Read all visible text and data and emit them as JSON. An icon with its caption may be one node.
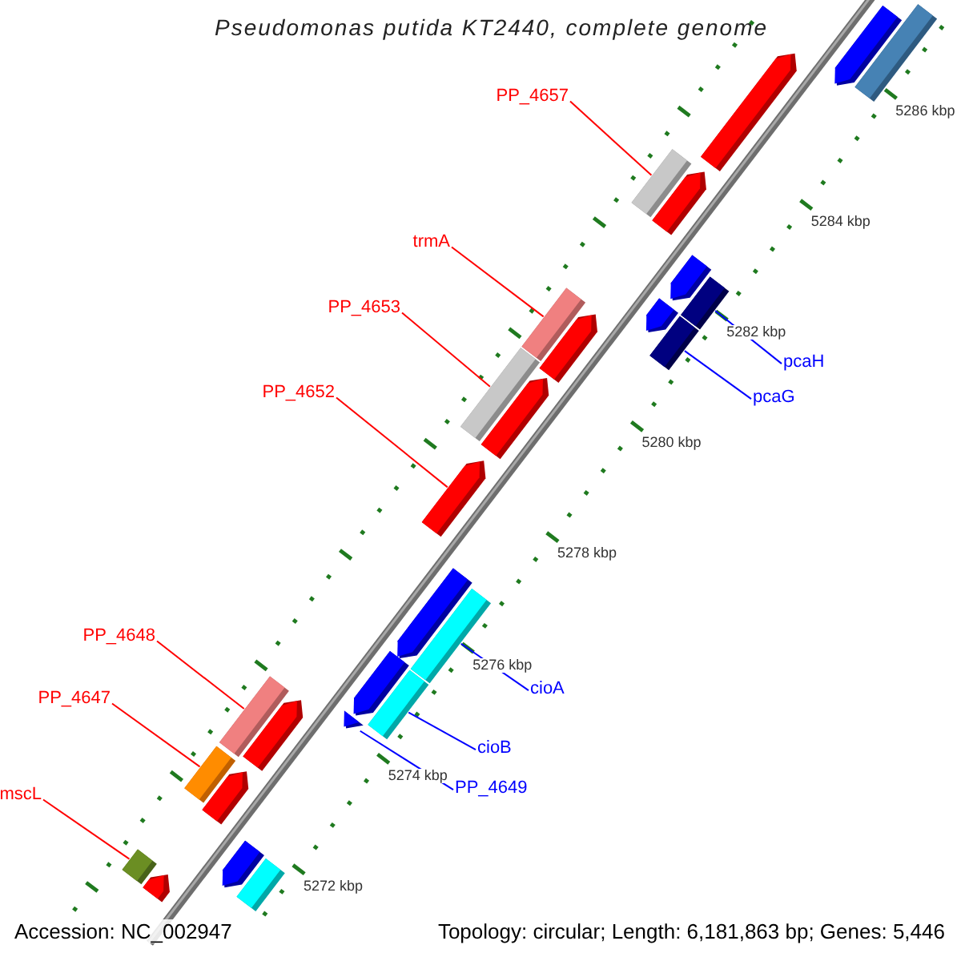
{
  "diagram": {
    "title": "Pseudomonas putida KT2440, complete genome",
    "nodes": [
      {
        "text": [
          "PP_4657"
        ]
      },
      {
        "text": [
          "trmA"
        ]
      },
      {
        "text": [
          "PP_4653"
        ]
      },
      {
        "text": [
          "pcaH"
        ]
      },
      {
        "text": [
          "PP_4652"
        ]
      },
      {
        "text": [
          "pcaG"
        ]
      },
      {
        "text": [
          "PP_4648"
        ]
      },
      {
        "text": [
          "cioA"
        ]
      },
      {
        "text": [
          "PP_4647"
        ]
      },
      {
        "text": [
          "cioB"
        ]
      },
      {
        "text": [
          "PP_4649"
        ]
      },
      {
        "text": [
          "mscL"
        ]
      },
      {
        "text": [],
        "shape": "bar"
      },
      {
        "text": [],
        "shape": "bar"
      },
      {
        "text": [],
        "shape": "bar"
      },
      {
        "text": [],
        "shape": "bar"
      },
      {
        "text": [],
        "shape": "bar"
      },
      {
        "text": [],
        "shape": "bar"
      },
      {
        "text": [],
        "shape": "bar"
      },
      {
        "text": [],
        "shape": "bar"
      },
      {
        "text": [],
        "shape": "bar"
      },
      {
        "text": [],
        "shape": "bar"
      },
      {
        "text": [],
        "shape": "bar"
      },
      {
        "text": [],
        "shape": "bar"
      },
      {
        "text": [],
        "shape": "bar"
      },
      {
        "text": [],
        "shape": "bar"
      },
      {
        "text": [],
        "shape": "bar"
      },
      {
        "text": [],
        "shape": "bar"
      },
      {
        "text": [],
        "shape": "bar"
      },
      {
        "text": [],
        "shape": "bar"
      },
      {
        "text": [],
        "shape": "bar"
      },
      {
        "text": [],
        "shape": "bar"
      },
      {
        "text": [],
        "shape": "bar"
      },
      {
        "text": [],
        "shape": "bar"
      },
      {
        "text": [],
        "shape": "bar"
      },
      {
        "text": [],
        "shape": "bar"
      },
      {
        "text": [],
        "shape": "bar"
      },
      {
        "text": [],
        "shape": "bar"
      },
      {
        "text": [],
        "shape": "bar"
      }
    ],
    "edges": [
      {
        "from": 0,
        "to": 15,
        "arrow": "none"
      },
      {
        "from": 1,
        "to": 21,
        "arrow": "none"
      },
      {
        "from": 2,
        "to": 23,
        "arrow": "none"
      },
      {
        "from": 3,
        "to": 18,
        "arrow": "none",
        "color": "#0000ff"
      },
      {
        "from": 4,
        "to": 25,
        "arrow": "none"
      },
      {
        "from": 5,
        "to": 20,
        "arrow": "none",
        "color": "#0000ff"
      },
      {
        "from": 6,
        "to": 31,
        "arrow": "none"
      },
      {
        "from": 7,
        "to": 27,
        "arrow": "none",
        "color": "#0000ff"
      },
      {
        "from": 8,
        "to": 33,
        "arrow": "none"
      },
      {
        "from": 9,
        "to": 29,
        "arrow": "none",
        "color": "#0000ff"
      },
      {
        "from": 10,
        "to": 30,
        "arrow": "none",
        "color": "#0000ff"
      },
      {
        "from": 11,
        "to": 37,
        "arrow": "none"
      }
    ],
    "labels": [
      "5286 kbp",
      "5284 kbp",
      "5282 kbp",
      "5280 kbp",
      "5278 kbp",
      "5276 kbp",
      "5274 kbp",
      "5272 kbp",
      "Accession: NC_002947",
      "Topology: circular; Length: 6,181,863 bp; Genes: 5,446"
    ]
  }
}
